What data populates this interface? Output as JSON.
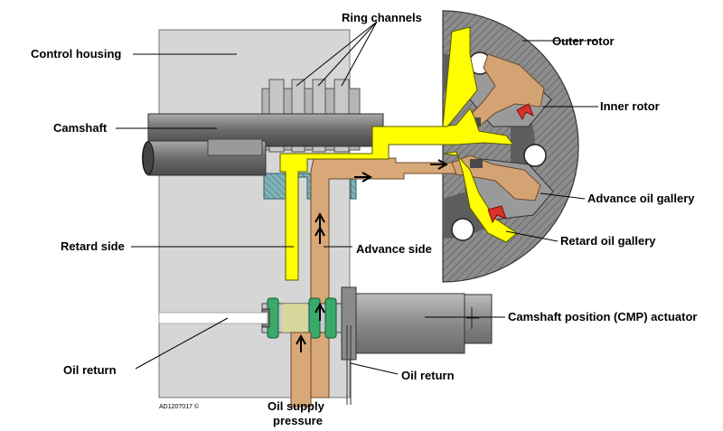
{
  "labels": {
    "control_housing": "Control housing",
    "ring_channels": "Ring channels",
    "camshaft": "Camshaft",
    "retard_side": "Retard side",
    "advance_side": "Advance side",
    "oil_return_left": "Oil return",
    "oil_return_right": "Oil return",
    "oil_supply_line1": "Oil supply",
    "oil_supply_line2": "pressure",
    "outer_rotor": "Outer rotor",
    "inner_rotor": "Inner rotor",
    "advance_oil_gallery": "Advance oil gallery",
    "retard_oil_gallery": "Retard oil gallery",
    "cmp_actuator": "Camshaft position (CMP) actuator",
    "figure_code": "AD1207017 ©"
  },
  "colors": {
    "housing": "#d6d6d6",
    "retard_oil": "#ffff00",
    "advance_oil": "#d9a878",
    "inner_rotor": "#d4a373",
    "rotor_gray": "#9a9a9a",
    "camshaft_steel": "#7c7c7c",
    "spool_green": "#3aaa6a",
    "camshaft_core": "#6fa3a8"
  }
}
